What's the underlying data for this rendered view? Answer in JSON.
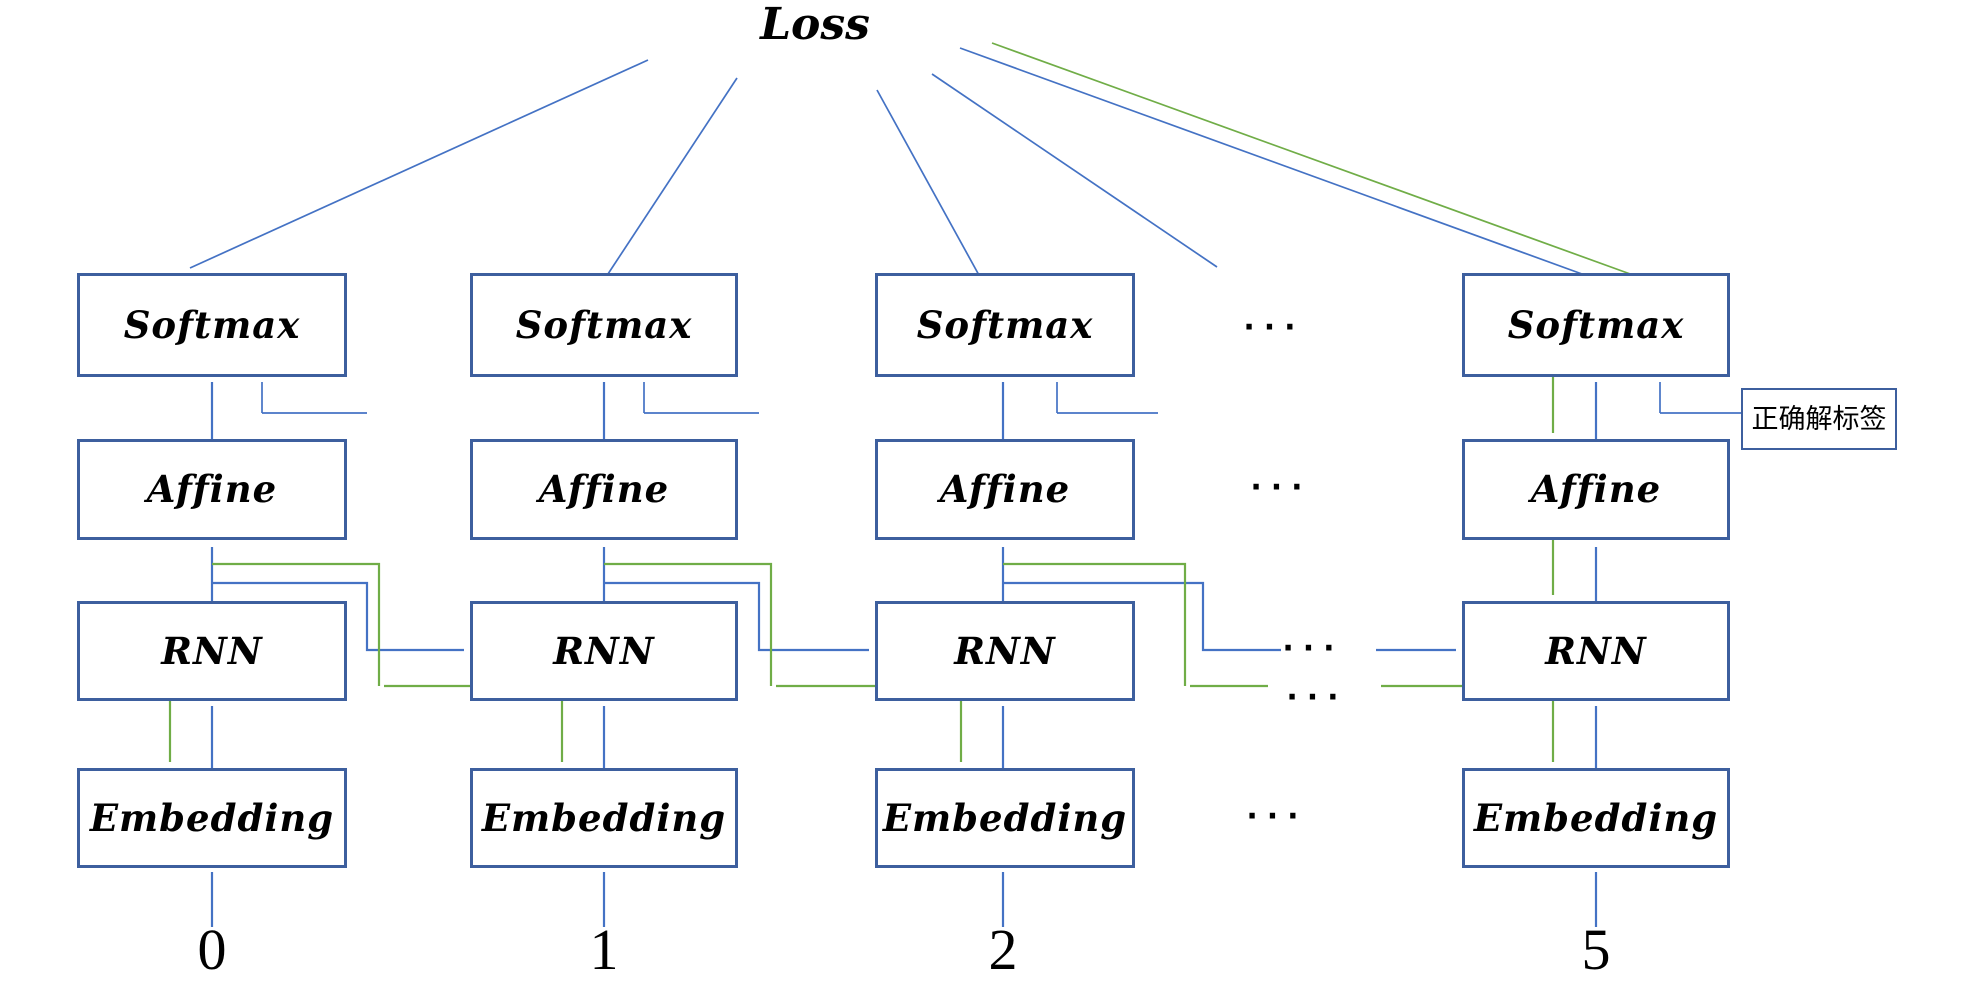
{
  "title": "Loss",
  "colors": {
    "blue": "#4472C4",
    "green": "#70AD47",
    "box_border": "#3D5F9E",
    "text": "#000000"
  },
  "columns": [
    {
      "input_label": "0",
      "softmax": "Softmax",
      "affine": "Affine",
      "rnn": "RNN",
      "embedding": "Embedding"
    },
    {
      "input_label": "1",
      "softmax": "Softmax",
      "affine": "Affine",
      "rnn": "RNN",
      "embedding": "Embedding"
    },
    {
      "input_label": "2",
      "softmax": "Softmax",
      "affine": "Affine",
      "rnn": "RNN",
      "embedding": "Embedding"
    },
    {
      "input_label": "5",
      "softmax": "Softmax",
      "affine": "Affine",
      "rnn": "RNN",
      "embedding": "Embedding"
    }
  ],
  "annotation": {
    "label": "正确解标签"
  },
  "ellipsis": {
    "glyph": "···"
  }
}
